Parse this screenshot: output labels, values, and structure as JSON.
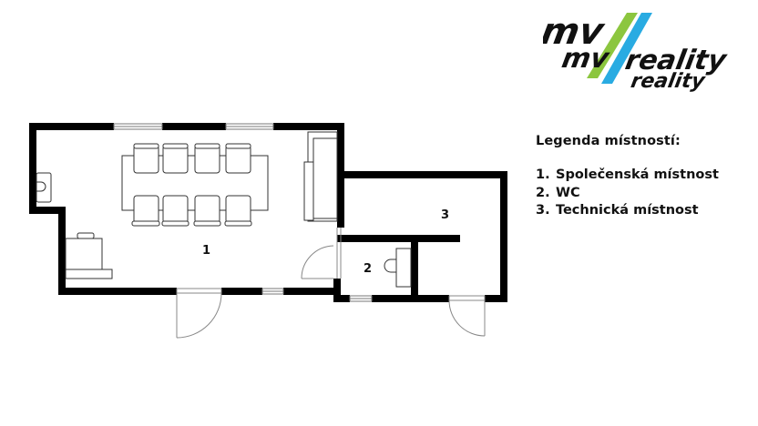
{
  "logo": {
    "text_top": "mv",
    "text_mid": "mv",
    "text_brand": "reality",
    "text_brand_shadow": "reality",
    "colors": {
      "green": "#8cc63f",
      "blue": "#29abe2",
      "black": "#111111"
    }
  },
  "legend": {
    "title": "Legenda místností:",
    "items": [
      {
        "number": "1.",
        "label": "Společenská místnost"
      },
      {
        "number": "2.",
        "label": "WC"
      },
      {
        "number": "3.",
        "label": "Technická místnost"
      }
    ]
  },
  "plan": {
    "rooms": [
      {
        "id": "1",
        "label": "1"
      },
      {
        "id": "2",
        "label": "2"
      },
      {
        "id": "3",
        "label": "3"
      }
    ],
    "colors": {
      "wall": "#000000",
      "line": "#555555",
      "background": "#ffffff"
    }
  }
}
